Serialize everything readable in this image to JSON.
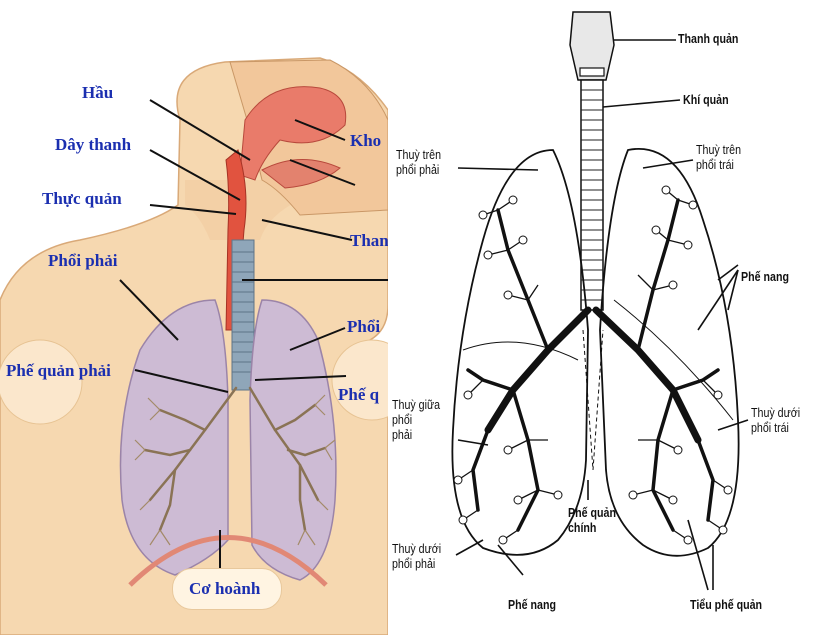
{
  "left_diagram": {
    "labels": {
      "hau": "Hầu",
      "day_thanh": "Dây thanh",
      "thuc_quan": "Thực quản",
      "phoi_phai": "Phổi phải",
      "phe_quan_phai": "Phế quản phải",
      "co_hoanh": "Cơ hoành",
      "kho_partial": "Kho",
      "than_partial": "Than",
      "phoi_partial": "Phổi",
      "phe_q_partial": "Phế q"
    }
  },
  "right_diagram": {
    "labels": {
      "thanh_quan": "Thanh quản",
      "khi_quan": "Khí quản",
      "thuy_tren_phai": [
        "Thuỳ trên",
        "phổi phải"
      ],
      "thuy_tren_trai": [
        "Thuỳ trên",
        "phổi trái"
      ],
      "phe_nang_right": "Phế nang",
      "thuy_giua_phai": [
        "Thuỳ giữa",
        "phổi",
        "phải"
      ],
      "thuy_duoi_trai": [
        "Thuỳ dưới",
        "phổi trái"
      ],
      "phe_quan_chinh": [
        "Phế quản",
        "chính"
      ],
      "thuy_duoi_phai": [
        "Thuỳ dưới",
        "phổi phải"
      ],
      "phe_nang_bottom": "Phế nang",
      "tieu_phe_quan": "Tiểu phế quản"
    }
  }
}
